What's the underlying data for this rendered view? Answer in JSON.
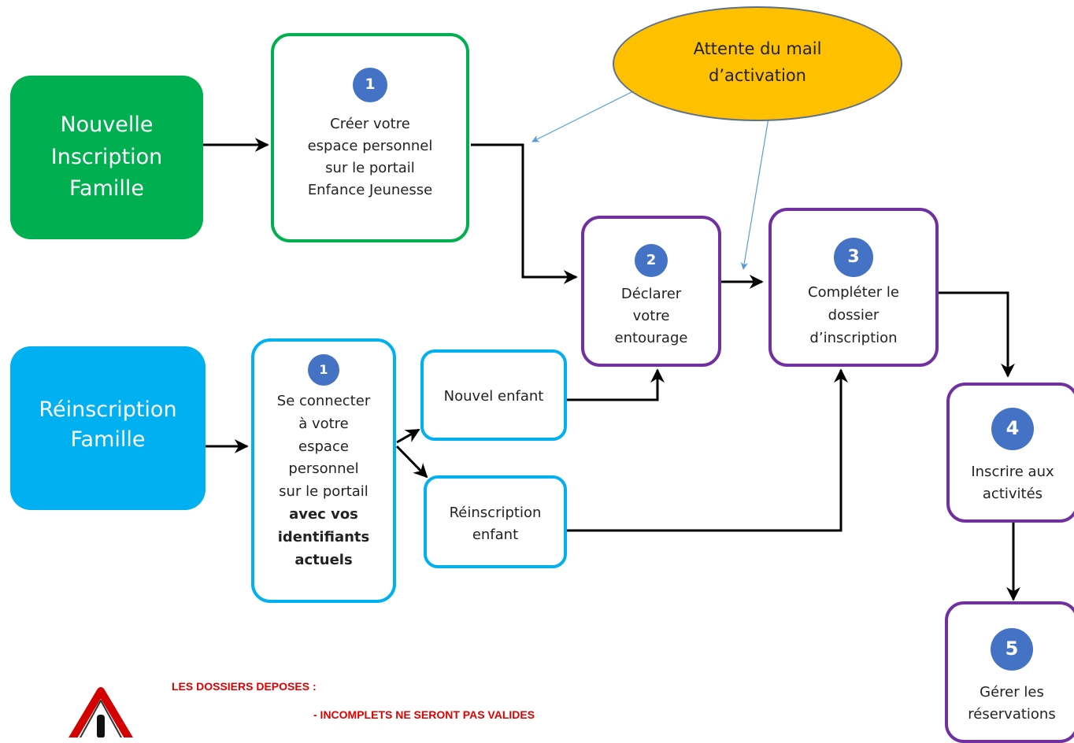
{
  "start_nodes": {
    "new_family": {
      "lines": [
        "Nouvelle",
        "Inscription",
        "Famille"
      ],
      "color": "#00b050"
    },
    "returning_family": {
      "lines": [
        "Réinscription",
        "Famille"
      ],
      "color": "#00b0f0"
    }
  },
  "steps": {
    "create_space": {
      "number": "1",
      "lines": [
        "Créer votre",
        "espace personnel",
        "sur le portail",
        "Enfance Jeunesse"
      ]
    },
    "connect_space": {
      "number": "1",
      "lines": [
        "Se connecter",
        "à votre",
        "espace",
        "personnel",
        "sur le portail"
      ],
      "bold_lines": [
        "avec vos",
        "identifiants",
        "actuels"
      ]
    },
    "declare_household": {
      "number": "2",
      "lines": [
        "Déclarer",
        "votre",
        "entourage"
      ]
    },
    "complete_file": {
      "number": "3",
      "lines": [
        "Compléter le",
        "dossier",
        "d’inscription"
      ]
    },
    "register_activities": {
      "number": "4",
      "lines": [
        "Inscrire aux",
        "activités"
      ]
    },
    "manage_bookings": {
      "number": "5",
      "lines": [
        "Gérer les",
        "réservations"
      ]
    }
  },
  "branches": {
    "new_child": "Nouvel enfant",
    "reregister_child": {
      "lines": [
        "Réinscription",
        "enfant"
      ]
    }
  },
  "callout": {
    "lines": [
      "Attente du mail",
      "d’activation"
    ],
    "fill": "#ffc000"
  },
  "warning": {
    "heading": "LES DOSSIERS DEPOSES :",
    "item": "- INCOMPLETS NE SERONT PAS VALIDES",
    "color": "#e00000",
    "icon": "warning-triangle-icon"
  },
  "colors": {
    "green": "#00b050",
    "blue": "#00b0f0",
    "purple": "#7030a0",
    "circle": "#4472c4",
    "connector": "#000000",
    "pointer": "#5b9bd5"
  }
}
